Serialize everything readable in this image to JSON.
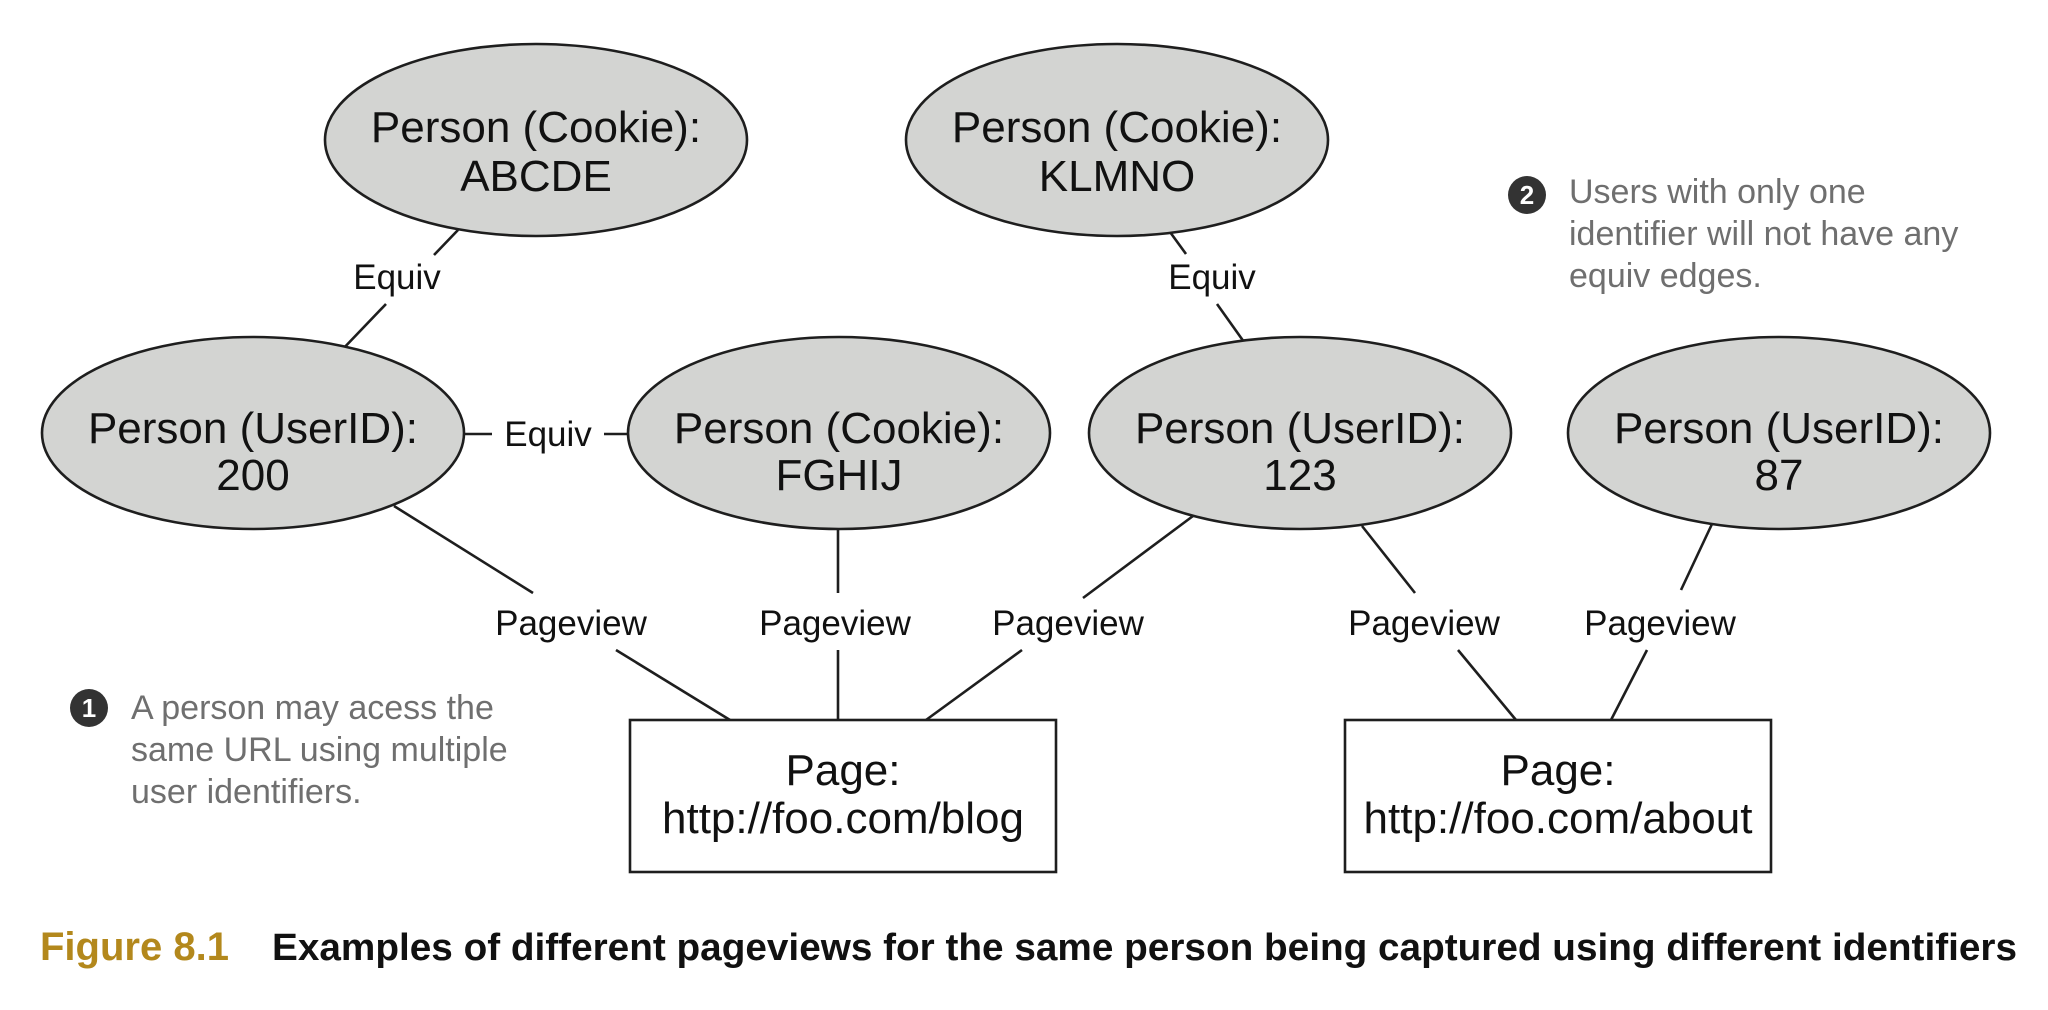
{
  "nodes": {
    "cookie_abcde": {
      "line1": "Person (Cookie):",
      "line2": "ABCDE"
    },
    "cookie_klmno": {
      "line1": "Person (Cookie):",
      "line2": "KLMNO"
    },
    "userid_200": {
      "line1": "Person (UserID):",
      "line2": "200"
    },
    "cookie_fghij": {
      "line1": "Person (Cookie):",
      "line2": "FGHIJ"
    },
    "userid_123": {
      "line1": "Person (UserID):",
      "line2": "123"
    },
    "userid_87": {
      "line1": "Person (UserID):",
      "line2": "87"
    },
    "page_blog": {
      "line1": "Page:",
      "line2": "http://foo.com/blog"
    },
    "page_about": {
      "line1": "Page:",
      "line2": "http://foo.com/about"
    }
  },
  "edges": {
    "equiv_abcde_200": "Equiv",
    "equiv_klmno_123": "Equiv",
    "equiv_200_fghij": "Equiv",
    "pageview_200_blog": "Pageview",
    "pageview_fghij_blog": "Pageview",
    "pageview_123_blog": "Pageview",
    "pageview_123_about": "Pageview",
    "pageview_87_about": "Pageview"
  },
  "callouts": {
    "one": {
      "number": "1",
      "lines": [
        "A person may acess the",
        "same URL using multiple",
        "user identifiers."
      ]
    },
    "two": {
      "number": "2",
      "lines": [
        "Users with only one",
        "identifier will not have any",
        "equiv edges."
      ]
    }
  },
  "caption": {
    "label": "Figure 8.1",
    "title": "Examples of different pageviews for the same person being captured using different identifiers"
  },
  "colors": {
    "node_fill": "#d3d4d2",
    "caption_label": "#b3881c",
    "callout_text": "#6f6f6f"
  }
}
